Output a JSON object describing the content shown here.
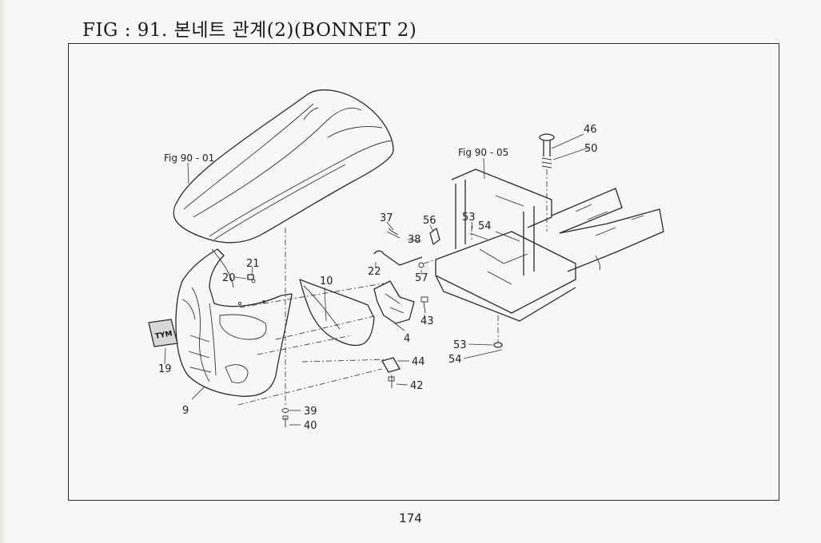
{
  "title": "FIG : 91. 본네트 관계(2)(BONNET 2)",
  "page_number": "174",
  "badge_text": "TYM",
  "labels": {
    "fig90_01": "Fig 90 - 01",
    "fig90_05": "Fig 90 - 05",
    "p46": "46",
    "p50": "50",
    "p37": "37",
    "p38": "38",
    "p56": "56",
    "p53a": "53",
    "p54a": "54",
    "p21": "21",
    "p20": "20",
    "p22": "22",
    "p57": "57",
    "p10": "10",
    "p43": "43",
    "p4": "4",
    "p19": "19",
    "p9": "9",
    "p44": "44",
    "p42": "42",
    "p53b": "53",
    "p54b": "54",
    "p39": "39",
    "p40": "40"
  }
}
